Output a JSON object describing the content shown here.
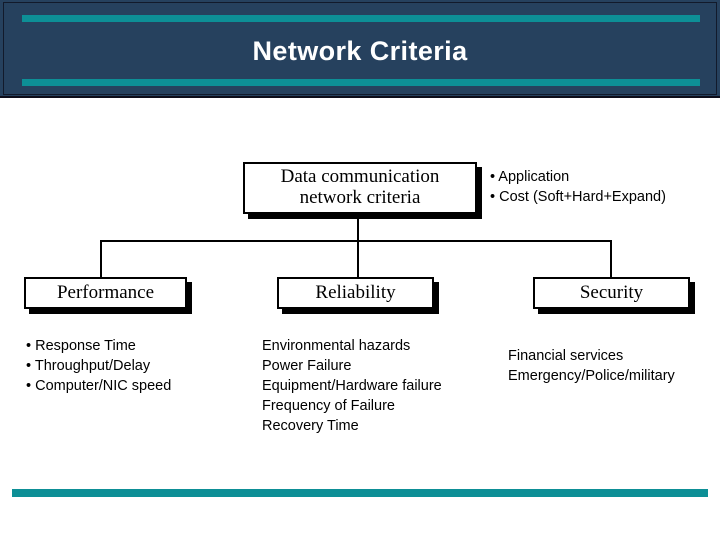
{
  "slide": {
    "title": "Network Criteria",
    "accent_color": "#0d8f96",
    "header_bg": "#26415e",
    "body_bg": "#ffffff"
  },
  "diagram": {
    "root": {
      "label_line1": "Data communication",
      "label_line2": "network criteria",
      "notes": [
        "• Application",
        "• Cost (Soft+Hard+Expand)"
      ]
    },
    "branches": [
      {
        "label": "Performance",
        "items": [
          "• Response Time",
          "• Throughput/Delay",
          "• Computer/NIC speed"
        ]
      },
      {
        "label": "Reliability",
        "items": [
          "Environmental hazards",
          "Power Failure",
          "Equipment/Hardware failure",
          "Frequency of Failure",
          "Recovery Time"
        ]
      },
      {
        "label": "Security",
        "items": [
          "Financial services",
          "Emergency/Police/military"
        ]
      }
    ]
  }
}
